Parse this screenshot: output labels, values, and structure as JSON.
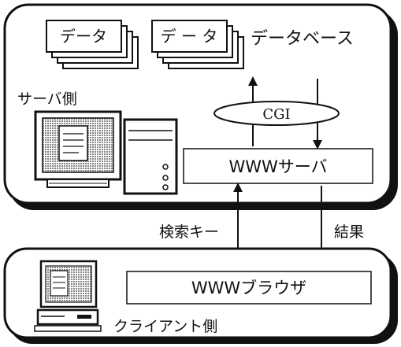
{
  "server_panel": {
    "label": "サーバ側",
    "database_label": "データベース",
    "data_card_1": "データ",
    "data_card_2": "デ ー タ",
    "cgi_label": "CGI",
    "www_server_label": "WWWサーバ"
  },
  "arrows": {
    "search_key_label": "検索キー",
    "result_label": "結果"
  },
  "client_panel": {
    "label": "クライアント側",
    "browser_label": "WWWブラウザ"
  }
}
